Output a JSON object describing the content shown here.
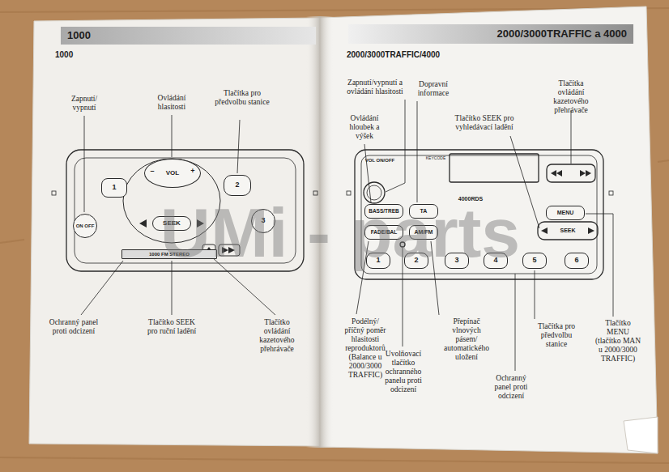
{
  "diagram": {
    "nodes": [
      {
        "text": [
          "1000"
        ]
      },
      {
        "text": [
          "2000/3000TRAFFIC a 4000"
        ]
      },
      {
        "text": [
          "1"
        ]
      },
      {
        "text": [
          "VOL"
        ]
      },
      {
        "text": [
          "2"
        ]
      },
      {
        "text": [
          "ON OFF"
        ]
      },
      {
        "text": [
          "SEEK"
        ]
      },
      {
        "text": [
          "3"
        ]
      },
      {
        "text": [
          "1000 FM STEREO"
        ]
      },
      {
        "text": [
          "BASS/TREB"
        ]
      },
      {
        "text": [
          "TA"
        ]
      },
      {
        "text": [
          "FADE/BAL"
        ]
      },
      {
        "text": [
          "AM/FM"
        ]
      },
      {
        "text": [
          "MENU"
        ]
      },
      {
        "text": [
          "SEEK"
        ]
      },
      {
        "text": [
          "1"
        ]
      },
      {
        "text": [
          "2"
        ]
      },
      {
        "text": [
          "3"
        ]
      },
      {
        "text": [
          "4"
        ]
      },
      {
        "text": [
          "5"
        ]
      },
      {
        "text": [
          "6"
        ]
      }
    ],
    "labels": [
      "1000",
      "Zapnutí/ vypnutí",
      "Ovládání hlasitosti",
      "Tlačítka pro předvolbu stanice",
      "–",
      "+",
      "Ochranný panel proti odcizení",
      "Tlačítko SEEK pro ruční ladění",
      "Tlačítko ovládání kazetového přehrávače",
      "2000/3000TRAFFIC/4000",
      "Zapnutí/vypnutí a ovládání hlasitosti",
      "Dopravní informace",
      "Tlačítka ovládání kazetového přehrávače",
      "Ovládání hloubek a výšek",
      "Tlačítko SEEK pro vyhledávací ladění",
      "VOL ON/OFF",
      "KEYCODE",
      "4000RDS",
      "Podélný/ příčný poměr hlasitosti reproduktorů (Balance u 2000/3000 TRAFFIC)",
      "Uvolňovací tlačítko ochranného panelu proti odcizení",
      "Přepínač vlnových pásem/ automatického uložení",
      "Ochranný panel proti odcizení",
      "Tlačítka pro předvolbu stanice",
      "Tlačítko MENU (tlačítko MAN u 2000/3000 TRAFFIC)",
      "UMi - parts"
    ]
  }
}
